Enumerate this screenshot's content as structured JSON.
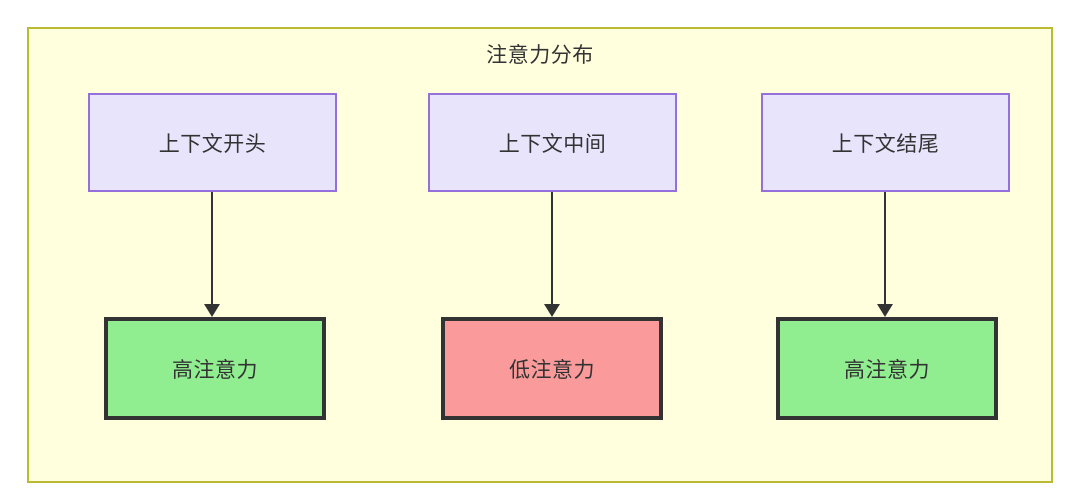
{
  "diagram": {
    "title": "注意力分布",
    "type": "flowchart",
    "container": {
      "fill": "#ffffdd",
      "stroke": "#bbbb33"
    },
    "context_nodes": [
      {
        "id": "ctx-start",
        "label": "上下文开头",
        "fill": "#e8e4fc",
        "stroke": "#9370db"
      },
      {
        "id": "ctx-middle",
        "label": "上下文中间",
        "fill": "#e8e4fc",
        "stroke": "#9370db"
      },
      {
        "id": "ctx-end",
        "label": "上下文结尾",
        "fill": "#e8e4fc",
        "stroke": "#9370db"
      }
    ],
    "attention_nodes": [
      {
        "id": "attn-high-start",
        "label": "高注意力",
        "fill": "#90ee90",
        "stroke": "#333333"
      },
      {
        "id": "attn-low-middle",
        "label": "低注意力",
        "fill": "#fa9a9a",
        "stroke": "#333333"
      },
      {
        "id": "attn-high-end",
        "label": "高注意力",
        "fill": "#90ee90",
        "stroke": "#333333"
      }
    ],
    "edges": [
      {
        "from": "ctx-start",
        "to": "attn-high-start",
        "label": ""
      },
      {
        "from": "ctx-middle",
        "to": "attn-low-middle",
        "label": ""
      },
      {
        "from": "ctx-end",
        "to": "attn-high-end",
        "label": ""
      }
    ]
  }
}
